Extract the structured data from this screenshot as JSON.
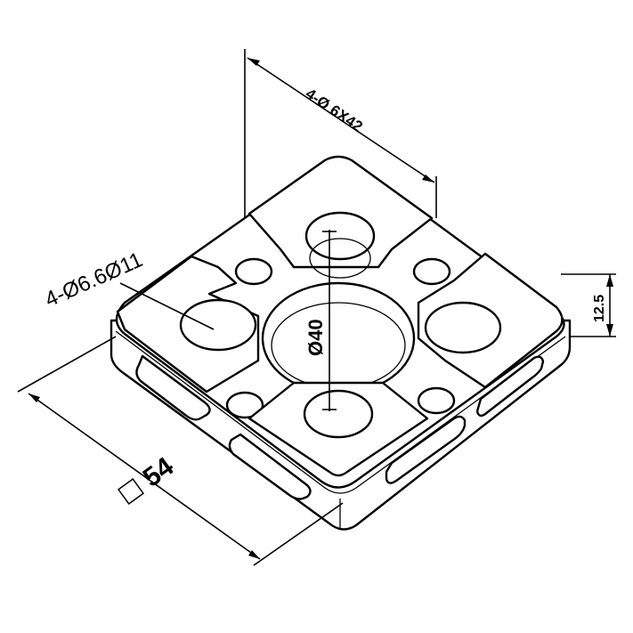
{
  "dimensions": {
    "hole_pattern": "4-Ø 6X42",
    "counterbore": "4-Ø6.6Ø11",
    "center_bore": "Ø40",
    "height": "12.5",
    "width": "54"
  },
  "colors": {
    "line": "#000000",
    "background": "#ffffff"
  }
}
